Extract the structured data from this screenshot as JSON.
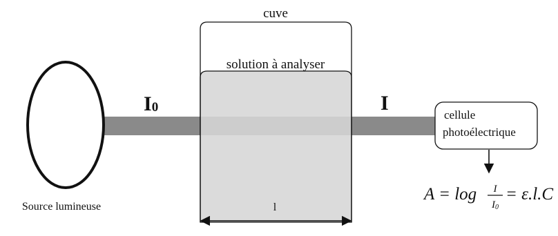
{
  "labels": {
    "cuve": "cuve",
    "solution": "solution à analyser",
    "source": "Source lumineuse",
    "intensity_in": "I",
    "intensity_in_sub": "0",
    "intensity_out": "I",
    "cell_line1": "cellule",
    "cell_line2": "photoélectrique",
    "length": "l"
  },
  "formula": {
    "lhs": "A = log",
    "frac_num": "I",
    "frac_den_main": "I",
    "frac_den_sub": "0",
    "rhs": "= ε.l.C"
  },
  "colors": {
    "beam": "#8a8a8a",
    "solution": "#d6d6d6",
    "stroke": "#111111",
    "background": "#ffffff"
  }
}
